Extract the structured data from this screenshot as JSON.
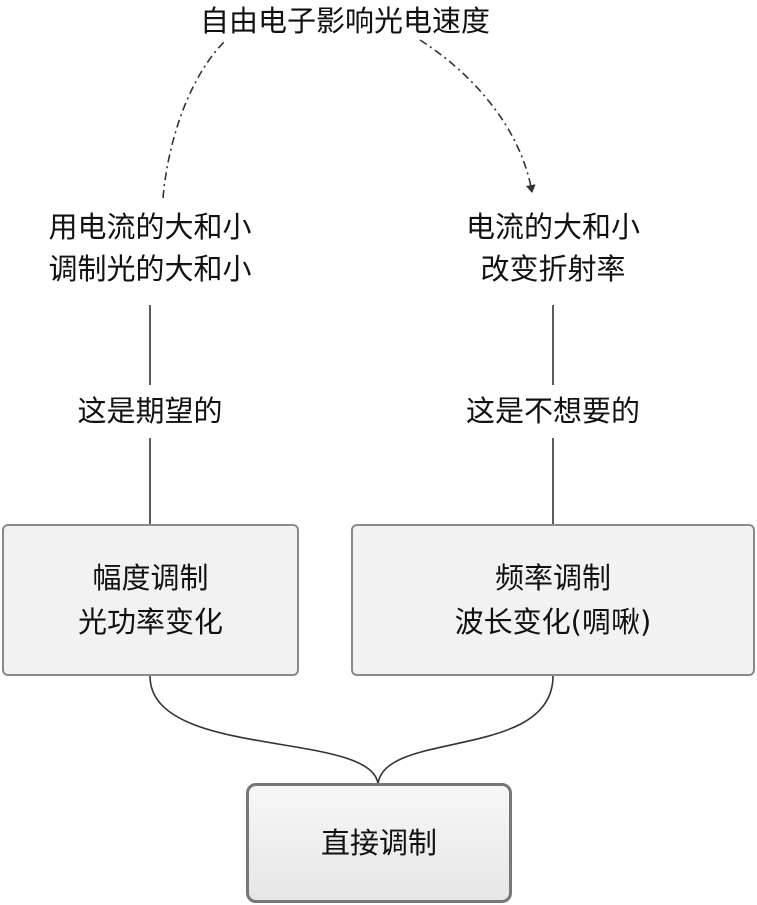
{
  "top_label": "自由电子影响光电速度",
  "left_branch": {
    "line1": "用电流的大和小",
    "line2": "调制光的大和小",
    "verdict": "这是期望的"
  },
  "right_branch": {
    "line1": "电流的大和小",
    "line2": "改变折射率",
    "verdict": "这是不想要的"
  },
  "left_box": {
    "line1": "幅度调制",
    "line2": "光功率变化"
  },
  "right_box": {
    "line1": "频率调制",
    "line2": "波长变化(啁啾)"
  },
  "bottom_box": {
    "label": "直接调制"
  },
  "colors": {
    "text": "#111111",
    "box_fill": "#f2f2f2",
    "box_border": "#8a8a8a",
    "connector": "#333333"
  }
}
